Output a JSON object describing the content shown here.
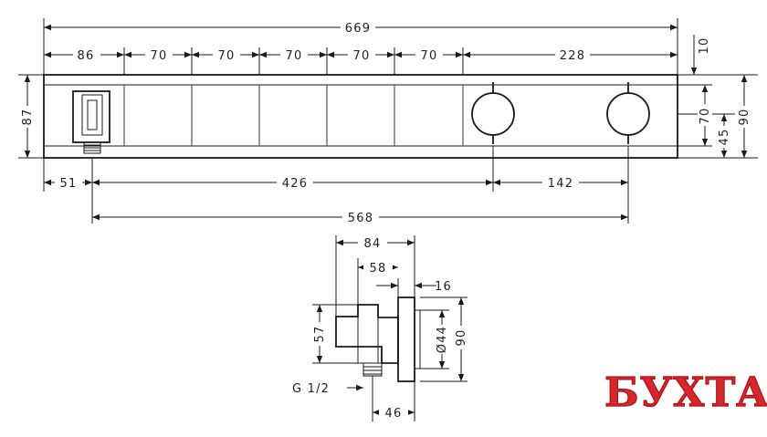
{
  "top_view": {
    "dims": {
      "overall_width": "669",
      "seg_first": "86",
      "seg_buttons": [
        "70",
        "70",
        "70",
        "70",
        "70"
      ],
      "seg_right": "228",
      "top_offset": "10",
      "height_left": "87",
      "height_inner": "70",
      "height_total": "90",
      "height_center": "45",
      "offset_left": "51",
      "span_middle": "426",
      "span_right": "142",
      "span_total": "568"
    }
  },
  "side_view": {
    "dims": {
      "depth_total": "84",
      "depth_body": "58",
      "plate": "16",
      "height_body": "57",
      "diameter": "Ø44",
      "height_plate": "90",
      "thread": "G 1/2",
      "offset_outlet": "46"
    }
  },
  "watermark": {
    "text": "БУХТА"
  }
}
